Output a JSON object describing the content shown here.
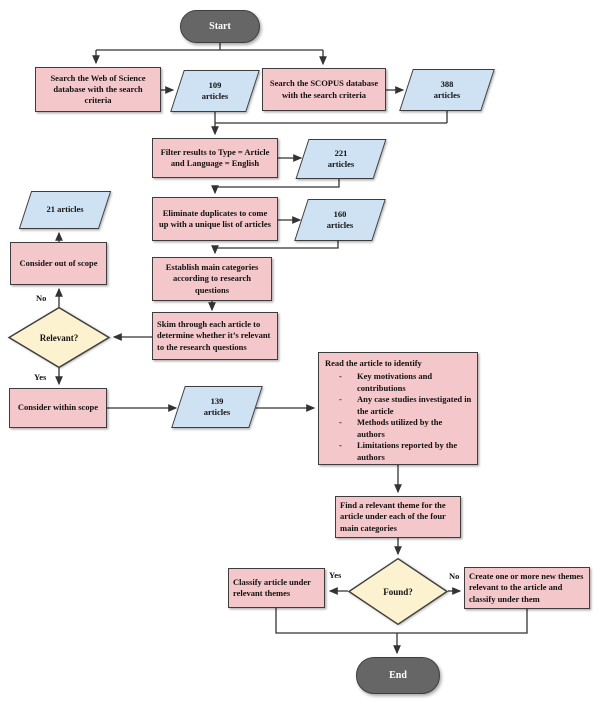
{
  "flowchart": {
    "terminals": {
      "start": "Start",
      "end": "End"
    },
    "process": {
      "search_wos": "Search the Web of Science database with the search criteria",
      "search_scopus": "Search the SCOPUS database with the search criteria",
      "filter": "Filter results to Type = Article and Language = English",
      "dedupe": "Eliminate duplicates to come up with a unique list of articles",
      "categories": "Establish main categories according to research questions",
      "skim": "Skim through each article to determine whether it’s relevant to the research questions",
      "out_of_scope": "Consider out of scope",
      "within_scope": "Consider within scope",
      "find_theme": "Find a relevant theme for the article under each of the four main categories",
      "classify": "Classify article under relevant themes",
      "create_themes": "Create one or more new themes relevant to the article and classify under them"
    },
    "read_article": {
      "title": "Read the article to identify",
      "bullet_char": "-",
      "bullets": [
        "Key motivations and contributions",
        "Any case studies investigated in the article",
        "Methods utilized by the authors",
        "Limitations reported by the authors"
      ]
    },
    "data_nodes": {
      "wos_count": "109\narticles",
      "scopus_count": "388\narticles",
      "filtered_count": "221\narticles",
      "unique_count": "160\narticles",
      "excluded_count": "21 articles",
      "included_count": "139\narticles"
    },
    "decisions": {
      "relevant": "Relevant?",
      "found": "Found?"
    },
    "edge_labels": {
      "relevant_no": "No",
      "relevant_yes": "Yes",
      "found_yes": "Yes",
      "found_no": "No"
    },
    "colors": {
      "process_fill": "#f4c7ca",
      "data_fill": "#cfe2f3",
      "decision_fill": "#fdf2cf",
      "terminal_fill": "#666666",
      "line": "#333333"
    }
  }
}
